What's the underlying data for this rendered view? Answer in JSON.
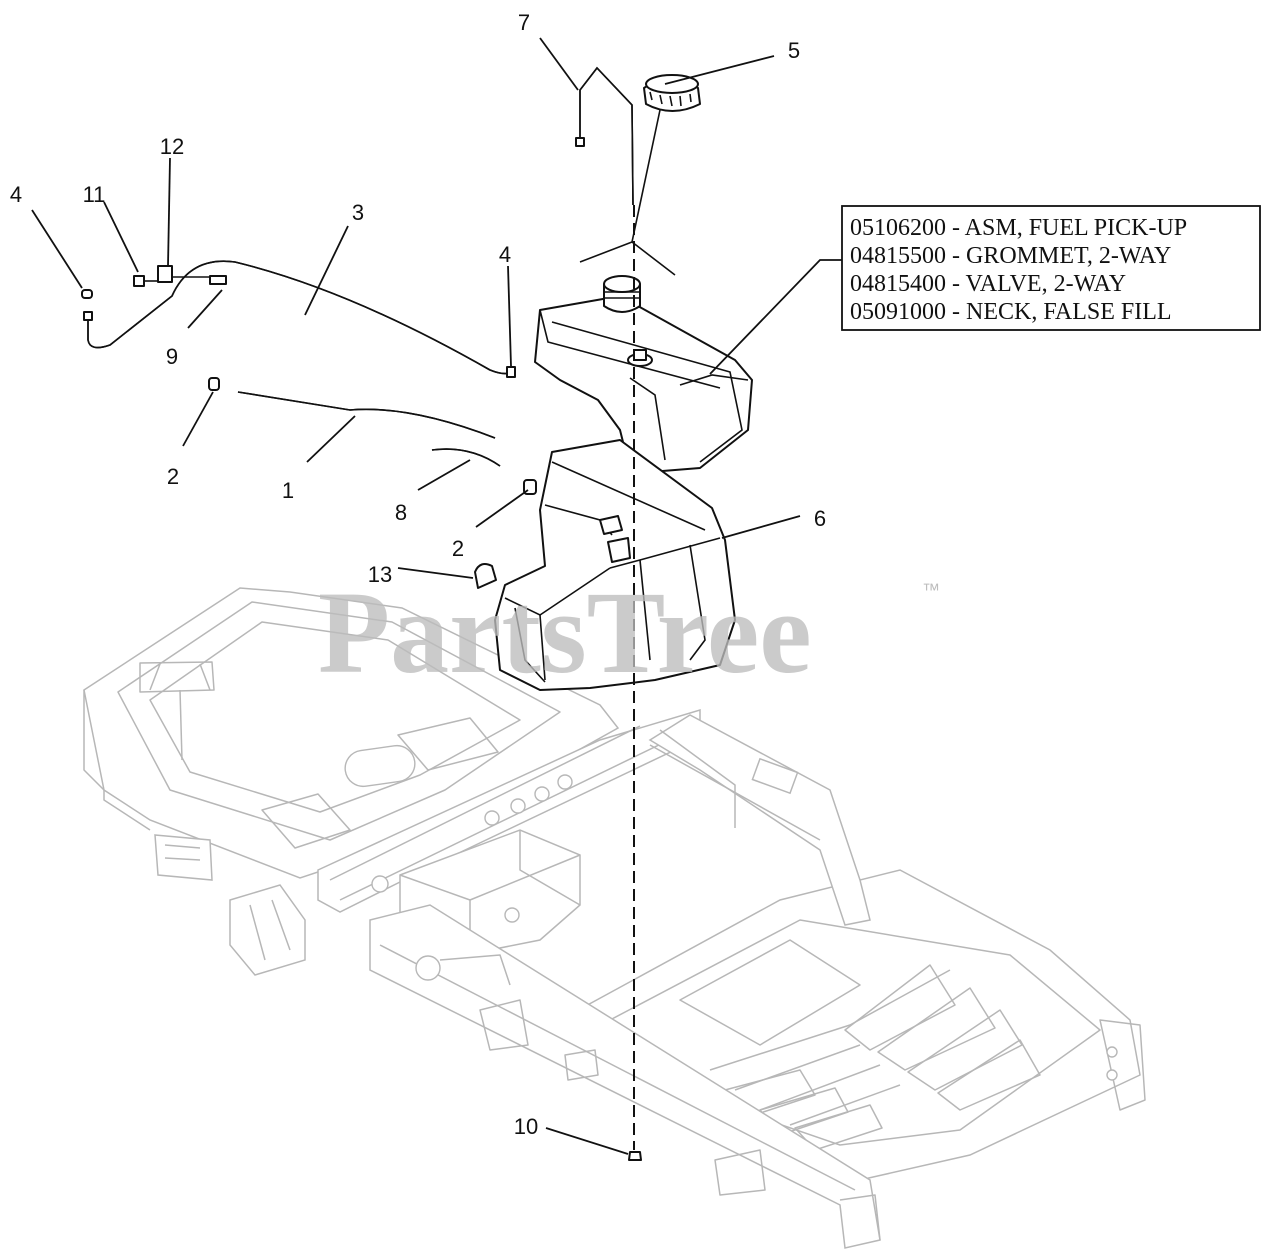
{
  "watermark": {
    "text": "PartsTree",
    "trademark": "™"
  },
  "legend": {
    "lines": [
      "05106200 - ASM, FUEL PICK-UP",
      "04815500 - GROMMET, 2-WAY",
      "04815400 - VALVE, 2-WAY",
      "05091000 - NECK, FALSE FILL"
    ]
  },
  "callouts": [
    {
      "id": "c7",
      "label": "7"
    },
    {
      "id": "c5",
      "label": "5"
    },
    {
      "id": "c12",
      "label": "12"
    },
    {
      "id": "c4a",
      "label": "4"
    },
    {
      "id": "c11",
      "label": "11"
    },
    {
      "id": "c3",
      "label": "3"
    },
    {
      "id": "c4b",
      "label": "4"
    },
    {
      "id": "c9",
      "label": "9"
    },
    {
      "id": "c2a",
      "label": "2"
    },
    {
      "id": "c1",
      "label": "1"
    },
    {
      "id": "c8",
      "label": "8"
    },
    {
      "id": "c2b",
      "label": "2"
    },
    {
      "id": "c6",
      "label": "6"
    },
    {
      "id": "c13",
      "label": "13"
    },
    {
      "id": "c10",
      "label": "10"
    }
  ]
}
